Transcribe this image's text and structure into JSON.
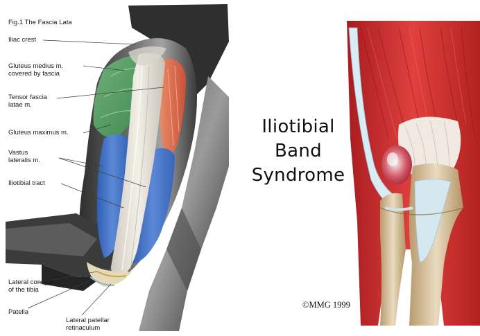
{
  "figure": {
    "caption": "Fig.1 The Fascia Lata",
    "labels": {
      "iliac_crest": "Iliac crest",
      "gluteus_medius_1": "Gluteus medius m.",
      "gluteus_medius_2": "covered by fascia",
      "tensor_1": "Tensor fascia",
      "tensor_2": "latae m.",
      "gluteus_maximus": "Gluteus maximus m.",
      "vastus_1": "Vastus",
      "vastus_2": "lateralis m.",
      "iliotibial_tract": "Iliotibial tract",
      "condyle_1": "Lateral condyle",
      "condyle_2": "of the tibia",
      "patella": "Patella",
      "retinaculum_1": "Lateral patellar",
      "retinaculum_2": "retinaculum"
    }
  },
  "title": {
    "line1": "Iliotibial",
    "line2": "Band",
    "line3": "Syndrome"
  },
  "credit": "©MMG 1999",
  "colors": {
    "leg_dark": "#3a3a3a",
    "leg_light": "#8c8c8c",
    "gluteus_green": "#4f9a5c",
    "tensor_orange": "#d9694a",
    "vastus_blue": "#3f6fc2",
    "tract_white": "#e9e6de",
    "muscle_red": "#c9282a",
    "tendon_blue_white": "#cfe2ea",
    "bone_tan": "#d8c3a0"
  }
}
